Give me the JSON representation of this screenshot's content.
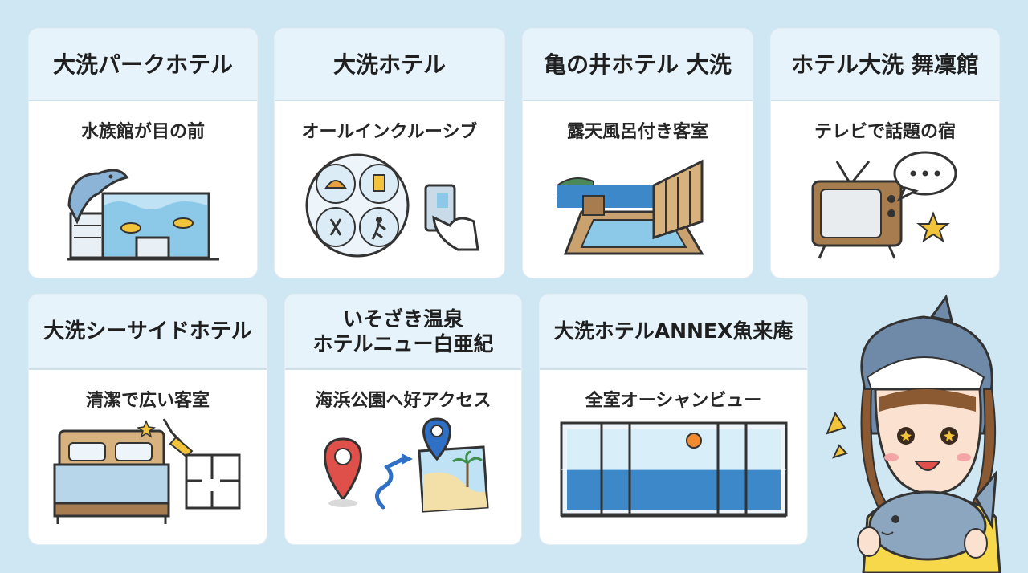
{
  "cards": [
    {
      "name": "大洗パークホテル",
      "feature": "水族館が目の前",
      "icon": "aquarium-icon"
    },
    {
      "name": "大洗ホテル",
      "feature": "オールインクルーシブ",
      "icon": "all-inclusive-icon"
    },
    {
      "name": "亀の井ホテル 大洗",
      "feature": "露天風呂付き客室",
      "icon": "open-air-bath-icon"
    },
    {
      "name": "ホテル大洗 舞凜館",
      "feature": "テレビで話題の宿",
      "icon": "tv-icon"
    },
    {
      "name": "大洗シーサイドホテル",
      "feature": "清潔で広い客室",
      "icon": "clean-room-icon"
    },
    {
      "name": "いそざき温泉\nホテルニュー白亜紀",
      "feature": "海浜公園へ好アクセス",
      "icon": "map-access-icon"
    },
    {
      "name": "大洗ホテルANNEX魚来庵",
      "feature": "全室オーシャンビュー",
      "icon": "ocean-view-icon"
    }
  ],
  "mascot": {
    "icon": "shark-hood-girl-icon"
  },
  "colors": {
    "background": "#cfe6f3",
    "header": "#e6f3fb",
    "water": "#8cc8e8",
    "wood": "#a77c4f",
    "pin_red": "#e0504a",
    "pin_blue": "#2f6fc4",
    "star": "#f2c43c"
  }
}
